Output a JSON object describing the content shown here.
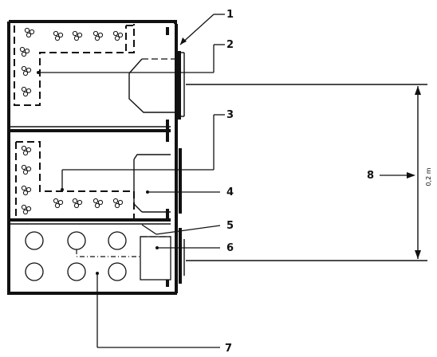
{
  "labels": [
    "1",
    "2",
    "3",
    "4",
    "5",
    "6",
    "7",
    "8"
  ],
  "dimension": {
    "text": "0,2 m"
  }
}
